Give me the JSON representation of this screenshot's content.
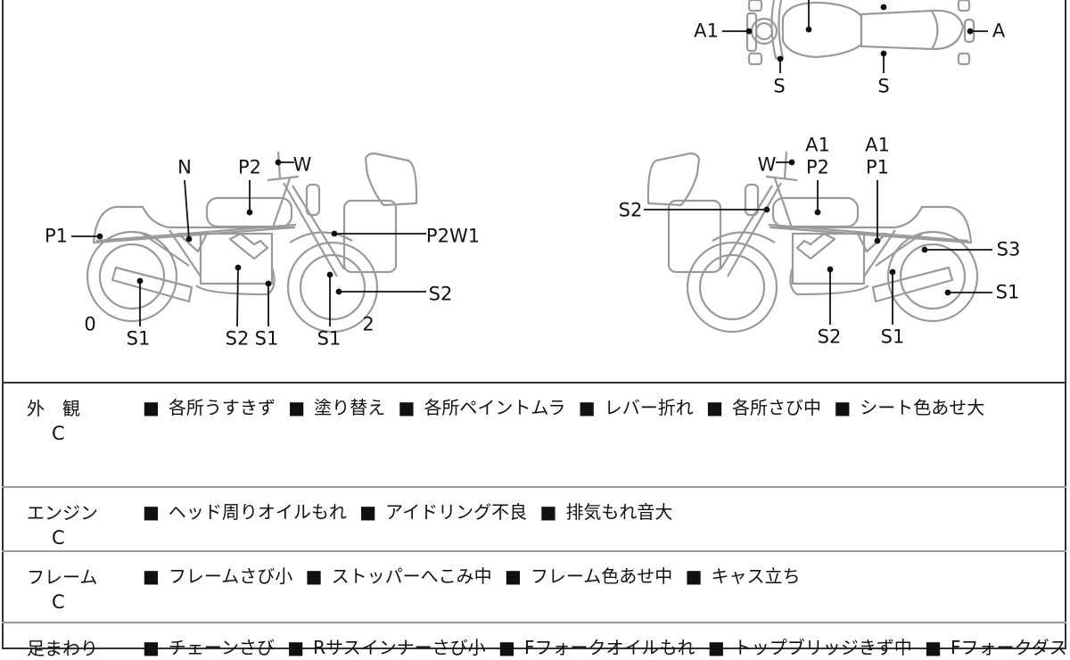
{
  "diagram": {
    "top_view": {
      "labels": [
        "A1",
        "A",
        "S",
        "S"
      ]
    },
    "left_side": {
      "labels": [
        "N",
        "P2",
        "W",
        "P1",
        "P2W1",
        "S2",
        "0",
        "S1",
        "S2",
        "S1",
        "S1",
        "2"
      ]
    },
    "right_side": {
      "labels": [
        "A1",
        "P2",
        "A1",
        "P1",
        "W",
        "S2",
        "S3",
        "S1",
        "S2",
        "S1"
      ]
    }
  },
  "inspection": {
    "rows": [
      {
        "category": "外　観",
        "grade": "C",
        "items": [
          "各所うすきず",
          "塗り替え",
          "各所ペイントムラ",
          "レバー折れ",
          "各所さび中",
          "シート色あせ大"
        ]
      },
      {
        "category": "エンジン",
        "grade": "C",
        "items": [
          "ヘッド周りオイルもれ",
          "アイドリング不良",
          "排気もれ音大"
        ]
      },
      {
        "category": "フレーム",
        "grade": "C",
        "items": [
          "フレームさび小",
          "ストッパーへこみ中",
          "フレーム色あせ中",
          "キャス立ち"
        ]
      },
      {
        "category": "足まわり",
        "grade": "",
        "items": [
          "チェーンさび",
          "Rサスインナーさび小",
          "Fフォークオイルもれ",
          "トップブリッジきず中",
          "Fフォークダスト"
        ]
      }
    ],
    "bullet": "■"
  }
}
